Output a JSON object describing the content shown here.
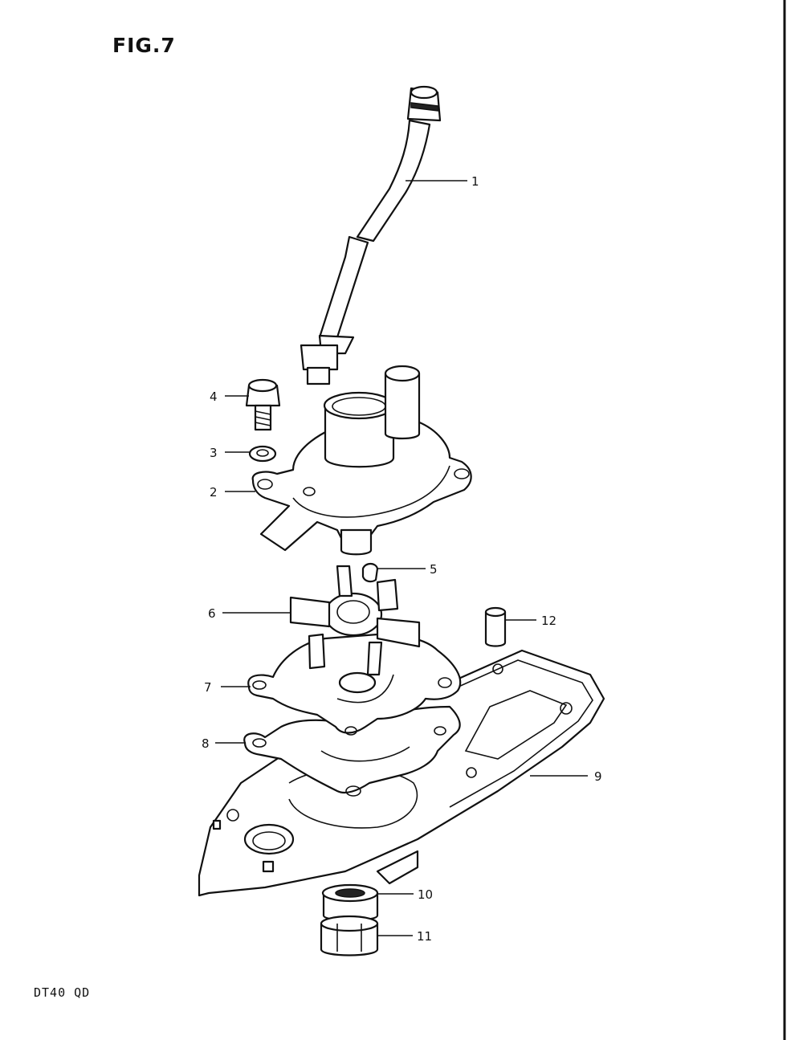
{
  "figure": {
    "title": "FIG.7",
    "model": "DT40  QD"
  },
  "callouts": [
    {
      "id": 1,
      "label": "1"
    },
    {
      "id": 2,
      "label": "2"
    },
    {
      "id": 3,
      "label": "3"
    },
    {
      "id": 4,
      "label": "4"
    },
    {
      "id": 5,
      "label": "5"
    },
    {
      "id": 6,
      "label": "6"
    },
    {
      "id": 7,
      "label": "7"
    },
    {
      "id": 8,
      "label": "8"
    },
    {
      "id": 9,
      "label": "9"
    },
    {
      "id": 10,
      "label": "10"
    },
    {
      "id": 11,
      "label": "11"
    },
    {
      "id": 12,
      "label": "12"
    }
  ]
}
